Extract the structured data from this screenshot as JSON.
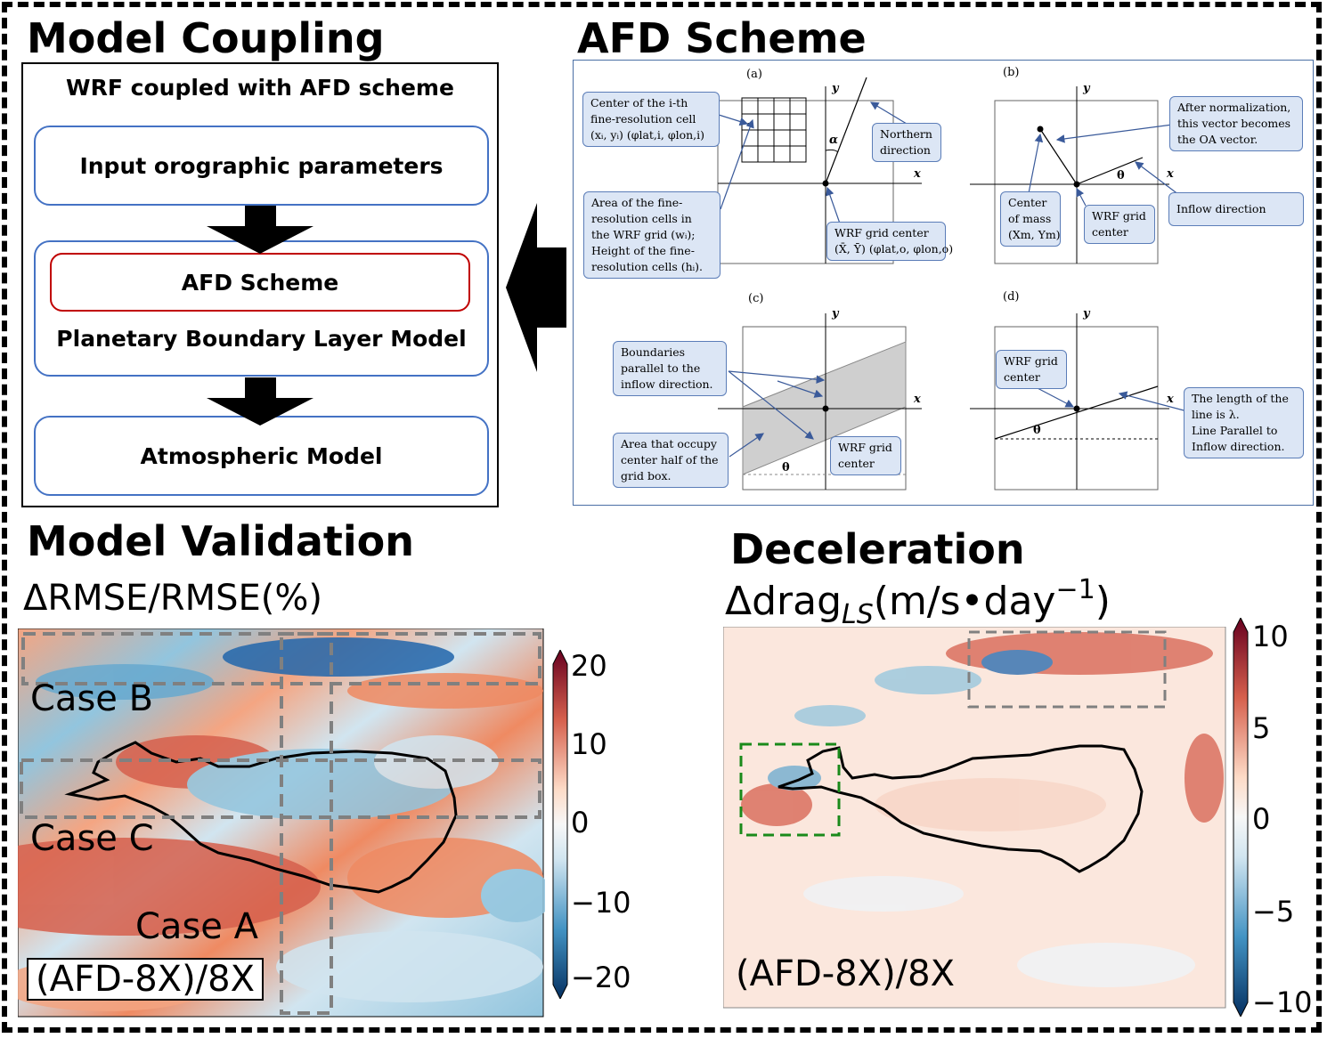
{
  "sections": {
    "coupling": "Model Coupling",
    "scheme": "AFD Scheme",
    "validation": "Model Validation",
    "deceleration": "Deceleration"
  },
  "coupling": {
    "heading": "WRF coupled with AFD scheme",
    "input": "Input orographic parameters",
    "afd": "AFD Scheme",
    "pbl": "Planetary Boundary Layer Model",
    "atmos": "Atmospheric Model"
  },
  "scheme": {
    "panels": [
      "(a)",
      "(b)",
      "(c)",
      "(d)"
    ],
    "axes": {
      "x": "x",
      "y": "y"
    },
    "alpha": "α",
    "theta": "θ",
    "a_center_cell": [
      "Center of the i-th",
      "fine-resolution cell",
      "(xᵢ, yᵢ) (φlat,i, φlon,i)"
    ],
    "a_area": [
      "Area of the fine-",
      "resolution cells in",
      "the WRF grid (wᵢ);",
      "Height of the fine-",
      "resolution cells (hᵢ)."
    ],
    "a_north": [
      "Northern",
      "direction"
    ],
    "a_grid_center": [
      "WRF grid center",
      "(X̄, Ȳ) (φlat,o, φlon,o)"
    ],
    "b_normalization": [
      "After normalization,",
      "this vector becomes",
      "the OA vector."
    ],
    "b_center_mass": [
      "Center",
      "of mass",
      "(Xm, Ym)"
    ],
    "b_grid_center": [
      "WRF grid",
      "center"
    ],
    "b_inflow": [
      "Inflow direction"
    ],
    "c_boundaries": [
      "Boundaries",
      "parallel to the",
      "inflow direction."
    ],
    "c_area": [
      "Area that occupy",
      "center half of the",
      "grid box."
    ],
    "c_grid_center": [
      "WRF grid",
      "center"
    ],
    "d_grid_center": [
      "WRF grid",
      "center"
    ],
    "d_length": [
      "The length of the",
      "line is λ.",
      "Line Parallel to",
      "Inflow direction."
    ]
  },
  "validation": {
    "metric": "ΔRMSE/RMSE(%)",
    "case_b": "Case B",
    "case_c": "Case C",
    "case_a": "Case A",
    "legend": "(AFD-8X)/8X",
    "colorbar_ticks": [
      "20",
      "10",
      "0",
      "−10",
      "−20"
    ]
  },
  "deceleration": {
    "metric_prefix": "Δdrag",
    "metric_sub": "LS",
    "metric_suffix": "(m/s•day",
    "metric_sup": "−1",
    "metric_close": ")",
    "legend": "(AFD-8X)/8X",
    "colorbar_ticks": [
      "10",
      "5",
      "0",
      "−5",
      "−10"
    ]
  },
  "colors": {
    "warm": "#b2182b",
    "cool": "#2166ac",
    "callout_fill": "#dce6f5",
    "flow_border": "#4472c4",
    "afd_border": "#c00000"
  }
}
